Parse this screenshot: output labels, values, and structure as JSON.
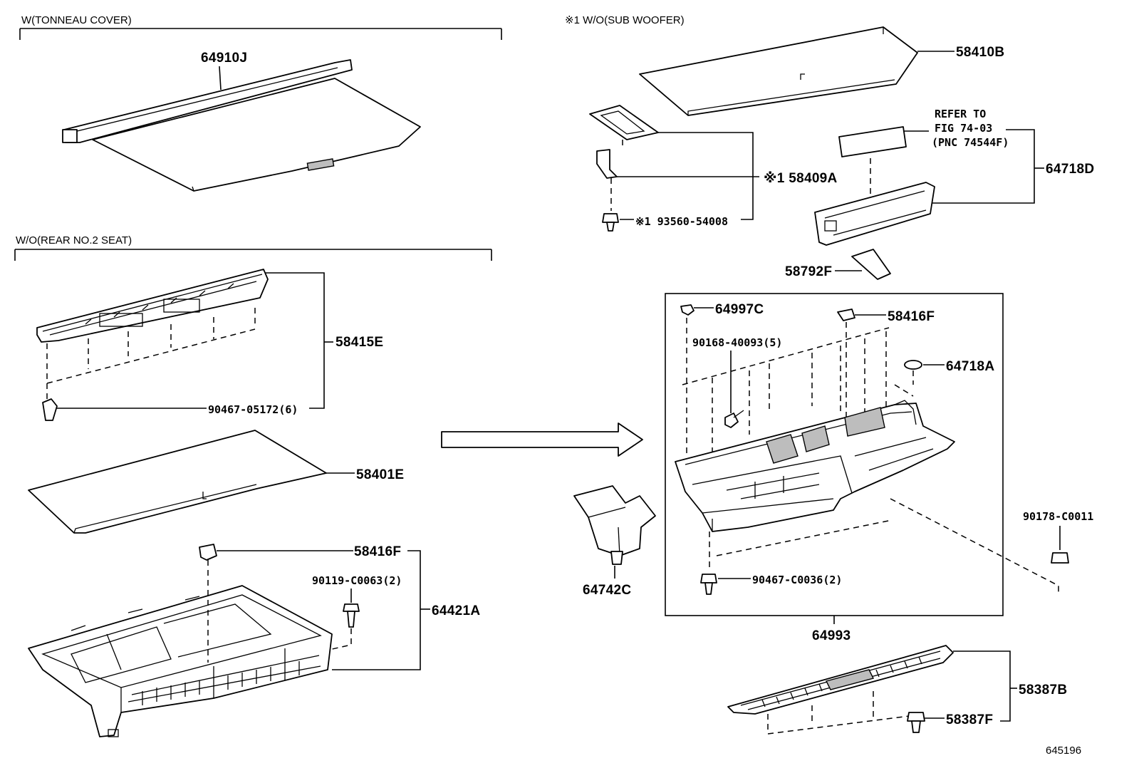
{
  "headers": {
    "tonneau": "W(TONNEAU COVER)",
    "rear_seat": "W/O(REAR NO.2 SEAT)",
    "sub_woofer": "※1 W/O(SUB WOOFER)"
  },
  "parts": {
    "p64910J": "64910J",
    "p58415E": "58415E",
    "p90467_05172": "90467-05172(6)",
    "p58401E": "58401E",
    "p58416F_left": "58416F",
    "p90119": "90119-C0063(2)",
    "p64421A": "64421A",
    "p58410B": "58410B",
    "p58409A": "※1 58409A",
    "p93560": "※1 93560-54008",
    "p64718D": "64718D",
    "p58792F": "58792F",
    "p64997C": "64997C",
    "p58416F_right": "58416F",
    "p90168": "90168-40093(5)",
    "p64718A": "64718A",
    "p90178": "90178-C0011",
    "p90467_C0036": "90467-C0036(2)",
    "p64742C": "64742C",
    "p64993": "64993",
    "p58387B": "58387B",
    "p58387F": "58387F"
  },
  "refer": {
    "line1": "REFER TO",
    "line2": "FIG 74-03",
    "line3": "(PNC 74544F)"
  },
  "figure_id": "645196"
}
